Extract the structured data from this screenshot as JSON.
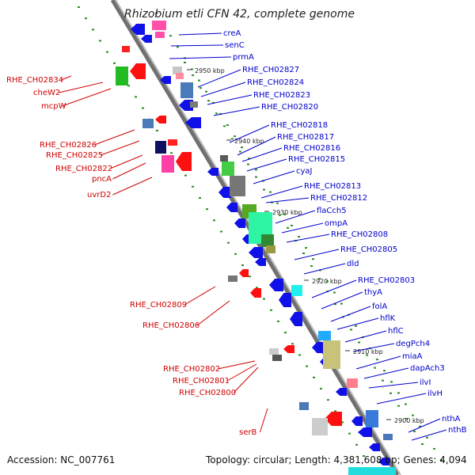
{
  "title": "Rhizobium etli CFN 42, complete genome",
  "footer": {
    "accession": "Accession: NC_007761",
    "summary": "Topology: circular; Length: 4,381,608 bp; Genes: 4,094"
  },
  "colors": {
    "backbone": "#888888",
    "minus_strand_label": "#d00000",
    "plus_strand_label": "#0000cc",
    "tick_dot": "#2e8b22"
  },
  "ticks": [
    "2950 kbp",
    "2940 kbp",
    "2930 kbp",
    "2920 kbp",
    "2910 kbp",
    "2900 kbp"
  ],
  "left_genes": [
    "RHE_CH02834",
    "cheW2",
    "mcpW",
    "RHE_CH02826",
    "RHE_CH02825",
    "RHE_CH02822",
    "pncA",
    "uvrD2",
    "RHE_CH02809",
    "RHE_CH02806",
    "RHE_CH02802",
    "RHE_CH02801",
    "RHE_CH02800",
    "serB"
  ],
  "right_genes": [
    "creA",
    "senC",
    "prmA",
    "RHE_CH02827",
    "RHE_CH02824",
    "RHE_CH02823",
    "RHE_CH02820",
    "RHE_CH02818",
    "RHE_CH02817",
    "RHE_CH02816",
    "RHE_CH02815",
    "cyaJ",
    "RHE_CH02813",
    "RHE_CH02812",
    "flaCch5",
    "ompA",
    "RHE_CH02808",
    "RHE_CH02805",
    "dld",
    "RHE_CH02803",
    "thyA",
    "folA",
    "hflK",
    "hflC",
    "degPch4",
    "miaA",
    "dapAch3",
    "ilvI",
    "ilvH",
    "nthA",
    "nthB"
  ]
}
